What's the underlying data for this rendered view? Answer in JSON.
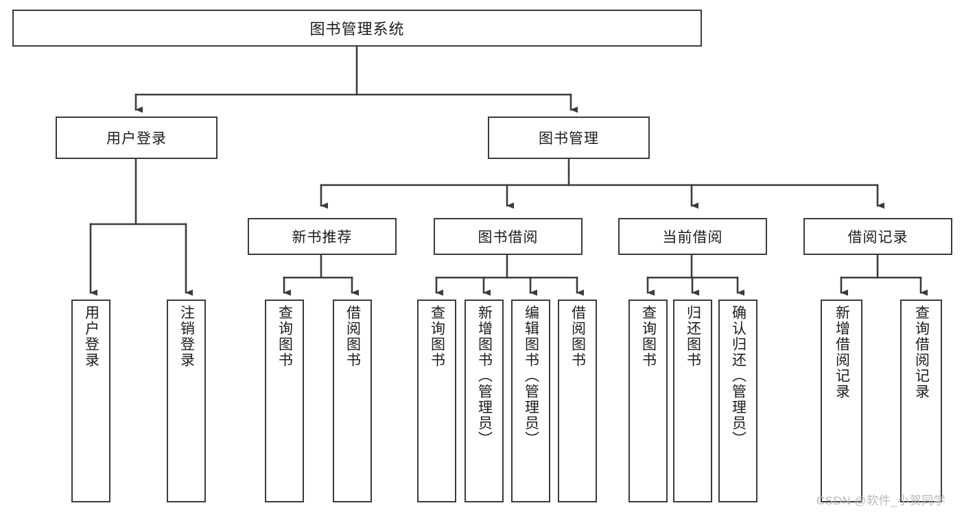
{
  "diagram": {
    "title": "图书管理系统",
    "type": "tree-hierarchy",
    "orientation": "top-down",
    "stroke_color": "#3b3b3b",
    "background_color": "#ffffff",
    "text_color": "#1c1c1c",
    "root": {
      "id": "root",
      "label": "图书管理系统"
    },
    "level2": [
      {
        "id": "user-login",
        "label": "用户登录"
      },
      {
        "id": "book-manage",
        "label": "图书管理"
      }
    ],
    "level3": [
      {
        "id": "new-book-recommend",
        "label": "新书推荐",
        "parent": "book-manage"
      },
      {
        "id": "book-borrow",
        "label": "图书借阅",
        "parent": "book-manage"
      },
      {
        "id": "current-borrow",
        "label": "当前借阅",
        "parent": "book-manage"
      },
      {
        "id": "borrow-record",
        "label": "借阅记录",
        "parent": "book-manage"
      }
    ],
    "leaves": [
      {
        "id": "leaf-user-login",
        "label": "用户登录",
        "parent": "user-login"
      },
      {
        "id": "leaf-logout",
        "label": "注销登录",
        "parent": "user-login"
      },
      {
        "id": "leaf-query-book-1",
        "label": "查询图书",
        "parent": "new-book-recommend"
      },
      {
        "id": "leaf-borrow-book-1",
        "label": "借阅图书",
        "parent": "new-book-recommend"
      },
      {
        "id": "leaf-query-book-2",
        "label": "查询图书",
        "parent": "book-borrow"
      },
      {
        "id": "leaf-add-book",
        "label": "新增图书（管理员）",
        "parent": "book-borrow"
      },
      {
        "id": "leaf-edit-book",
        "label": "编辑图书（管理员）",
        "parent": "book-borrow"
      },
      {
        "id": "leaf-borrow-book-2",
        "label": "借阅图书",
        "parent": "book-borrow"
      },
      {
        "id": "leaf-query-book-3",
        "label": "查询图书",
        "parent": "current-borrow"
      },
      {
        "id": "leaf-return-book",
        "label": "归还图书",
        "parent": "current-borrow"
      },
      {
        "id": "leaf-confirm-return",
        "label": "确认归还（管理员）",
        "parent": "current-borrow"
      },
      {
        "id": "leaf-add-record",
        "label": "新增借阅记录",
        "parent": "borrow-record"
      },
      {
        "id": "leaf-query-record",
        "label": "查询借阅记录",
        "parent": "borrow-record"
      }
    ]
  },
  "watermark": {
    "text": "CSDN @软件_小贺同学"
  }
}
